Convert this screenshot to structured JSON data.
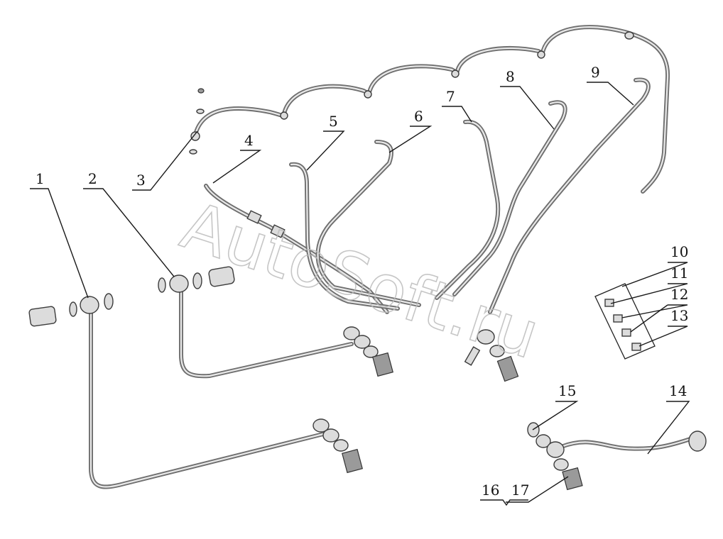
{
  "diagram": {
    "callouts": [
      {
        "id": "1",
        "label": "1"
      },
      {
        "id": "2",
        "label": "2"
      },
      {
        "id": "3",
        "label": "3"
      },
      {
        "id": "4",
        "label": "4"
      },
      {
        "id": "5",
        "label": "5"
      },
      {
        "id": "6",
        "label": "6"
      },
      {
        "id": "7",
        "label": "7"
      },
      {
        "id": "8",
        "label": "8"
      },
      {
        "id": "9",
        "label": "9"
      },
      {
        "id": "10",
        "label": "10"
      },
      {
        "id": "11",
        "label": "11"
      },
      {
        "id": "12",
        "label": "12"
      },
      {
        "id": "13",
        "label": "13"
      },
      {
        "id": "14",
        "label": "14"
      },
      {
        "id": "15",
        "label": "15"
      },
      {
        "id": "16",
        "label": "16"
      },
      {
        "id": "17",
        "label": "17"
      }
    ],
    "watermark": "AutoSoft.ru",
    "colors": {
      "tube": "#6f6f6f",
      "fitting": "#dcdcdc",
      "line": "#1a1a1a",
      "watermark": "#bdbdbd"
    }
  }
}
